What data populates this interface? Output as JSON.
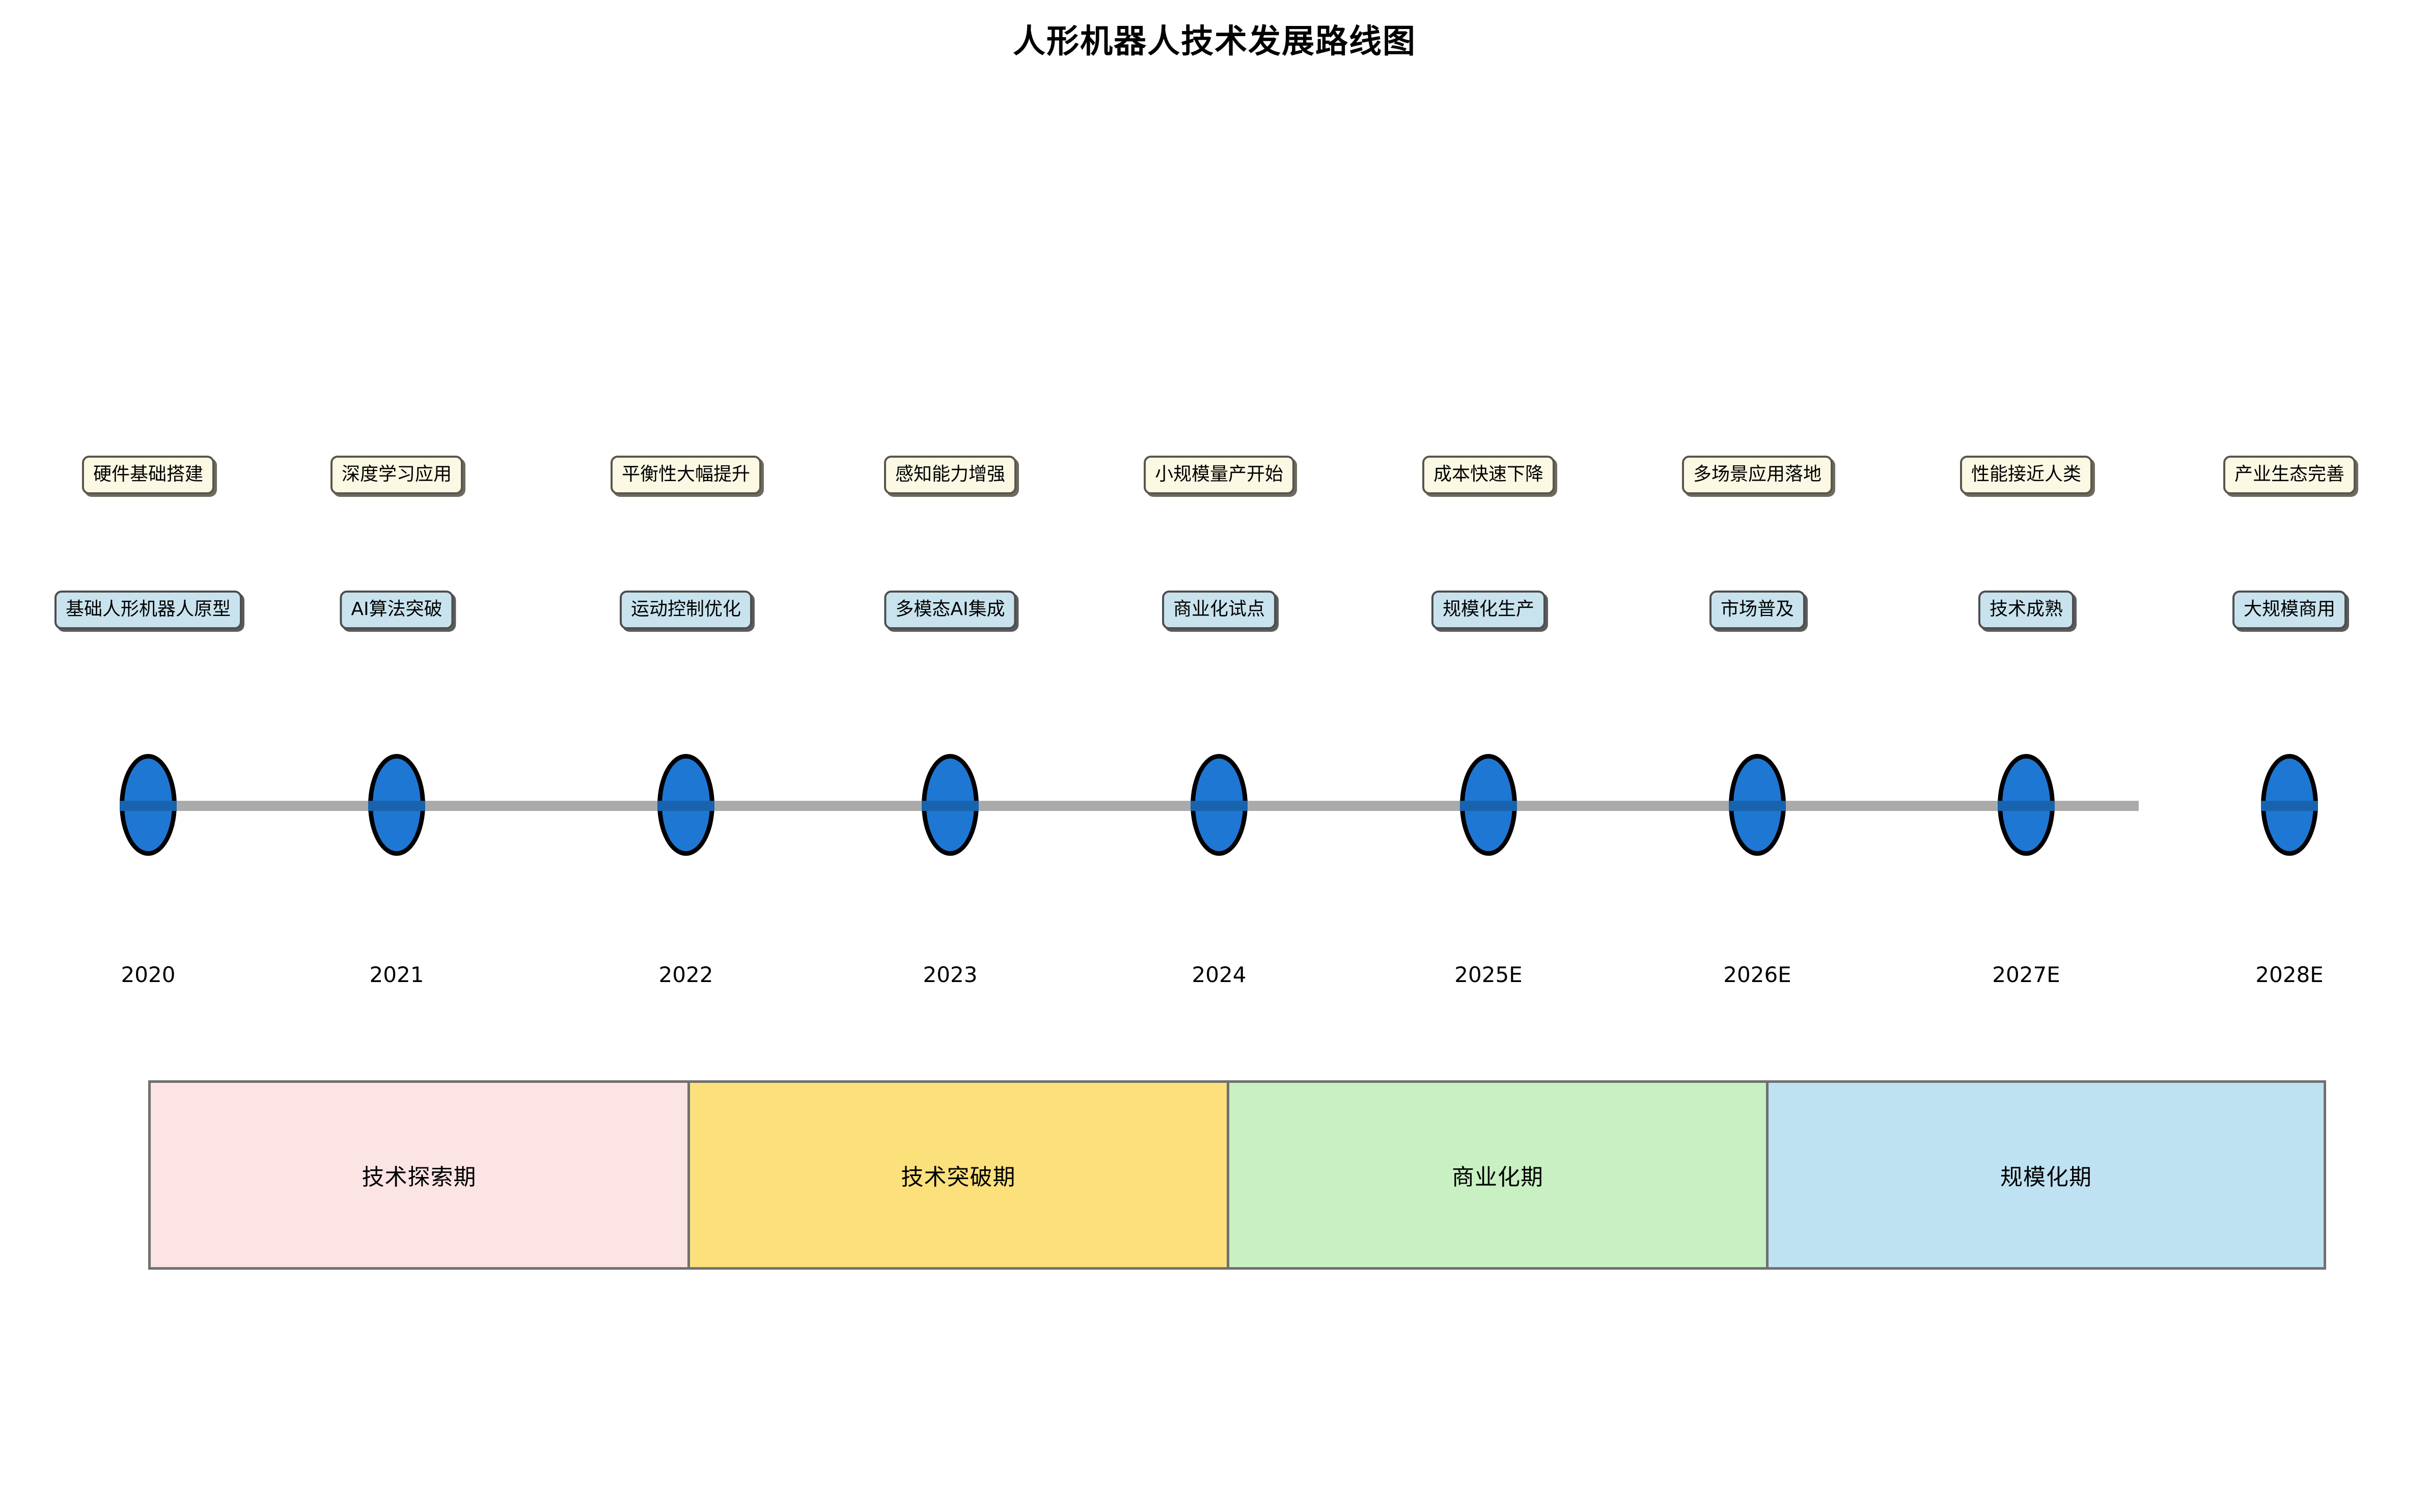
{
  "chart_data": {
    "type": "timeline",
    "title": "人形机器人技术发展路线图",
    "xlabel": "",
    "ylabel": "",
    "grid": false,
    "legend": null,
    "axis_line_color": "#aaaaaa",
    "marker_color": "#1f77d4",
    "marker_edge_color": "#000000",
    "top_chip_color": "#fbf8e3",
    "bottom_chip_color": "#c9e3ee",
    "categories": [
      "2020",
      "2021",
      "2022",
      "2023",
      "2024",
      "2025E",
      "2026E",
      "2027E",
      "2028E"
    ],
    "milestones": [
      {
        "year": "2020",
        "capability": "硬件基础搭建",
        "milestone": "基础人形机器人原型"
      },
      {
        "year": "2021",
        "capability": "深度学习应用",
        "milestone": "AI算法突破"
      },
      {
        "year": "2022",
        "capability": "平衡性大幅提升",
        "milestone": "运动控制优化"
      },
      {
        "year": "2023",
        "capability": "感知能力增强",
        "milestone": "多模态AI集成"
      },
      {
        "year": "2024",
        "capability": "小规模量产开始",
        "milestone": "商业化试点"
      },
      {
        "year": "2025E",
        "capability": "成本快速下降",
        "milestone": "规模化生产"
      },
      {
        "year": "2026E",
        "capability": "多场景应用落地",
        "milestone": "市场普及"
      },
      {
        "year": "2027E",
        "capability": "性能接近人类",
        "milestone": "技术成熟"
      },
      {
        "year": "2028E",
        "capability": "产业生态完善",
        "milestone": "大规模商用"
      }
    ],
    "phases": [
      {
        "label": "技术探索期",
        "color": "#fce4e4",
        "span_years": [
          "2020",
          "2022"
        ]
      },
      {
        "label": "技术突破期",
        "color": "#fbe07c",
        "span_years": [
          "2022",
          "2024"
        ]
      },
      {
        "label": "商业化期",
        "color": "#c8f0c2",
        "span_years": [
          "2024",
          "2026E"
        ]
      },
      {
        "label": "规模化期",
        "color": "#bfe2f3",
        "span_years": [
          "2026E",
          "2028E"
        ]
      }
    ]
  }
}
